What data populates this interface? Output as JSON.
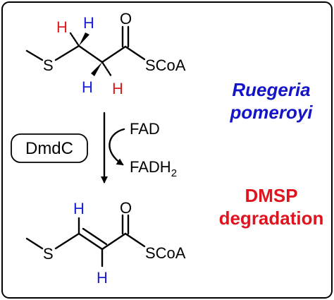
{
  "colors": {
    "hydrogen_blue": "#1a1fd6",
    "hydrogen_red": "#d81e1e",
    "species": "#1414c8",
    "process": "#e0141e",
    "bond": "#000000",
    "frame": "#000000"
  },
  "substrate": {
    "sulfur": "S",
    "carbonyl_oxygen": "O",
    "thioester": "SCoA",
    "h_top_left": "H",
    "h_top_right": "H",
    "h_bottom_left": "H",
    "h_bottom_right": "H"
  },
  "reaction": {
    "enzyme": "DmdC",
    "cofactor_in": "FAD",
    "cofactor_out_main": "FADH",
    "cofactor_out_sub": "2"
  },
  "product": {
    "sulfur": "S",
    "carbonyl_oxygen": "O",
    "thioester": "SCoA",
    "h_top": "H",
    "h_bottom": "H"
  },
  "labels": {
    "organism_line1": "Ruegeria",
    "organism_line2": "pomeroyi",
    "process_line1": "DMSP",
    "process_line2": "degradation"
  }
}
